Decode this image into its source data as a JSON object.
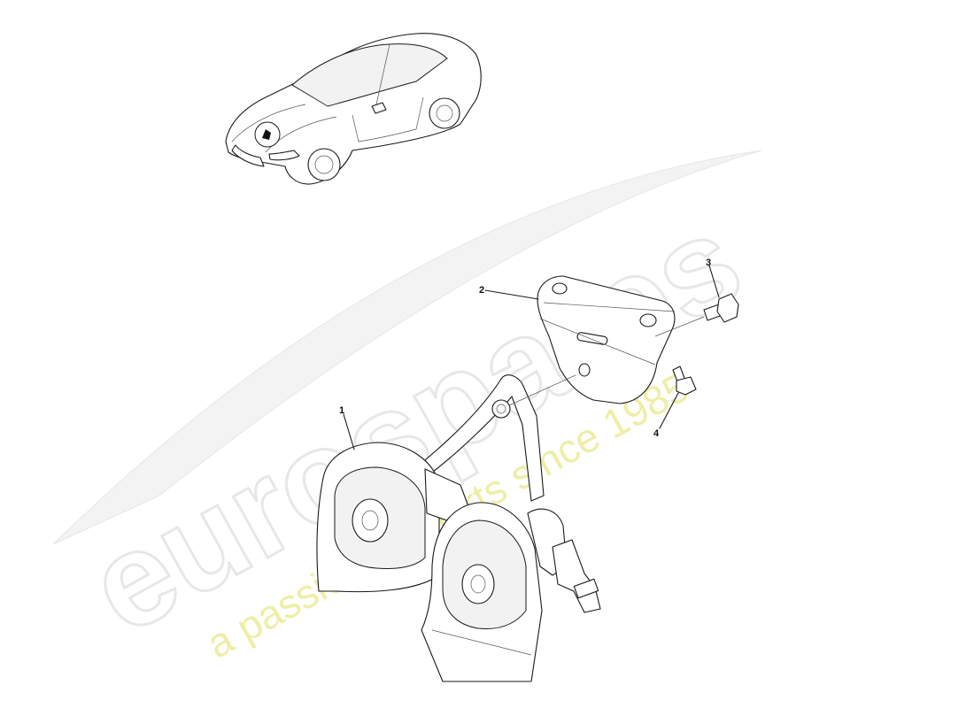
{
  "watermark": {
    "brand": "eurospares",
    "tagline": "a passion for parts since 1985",
    "colors": {
      "brand": "#d4d4d4",
      "tagline": "#ecec9a"
    }
  },
  "callouts": [
    {
      "id": "1",
      "label": "1"
    },
    {
      "id": "2",
      "label": "2"
    },
    {
      "id": "3",
      "label": "3"
    },
    {
      "id": "4",
      "label": "4"
    }
  ]
}
